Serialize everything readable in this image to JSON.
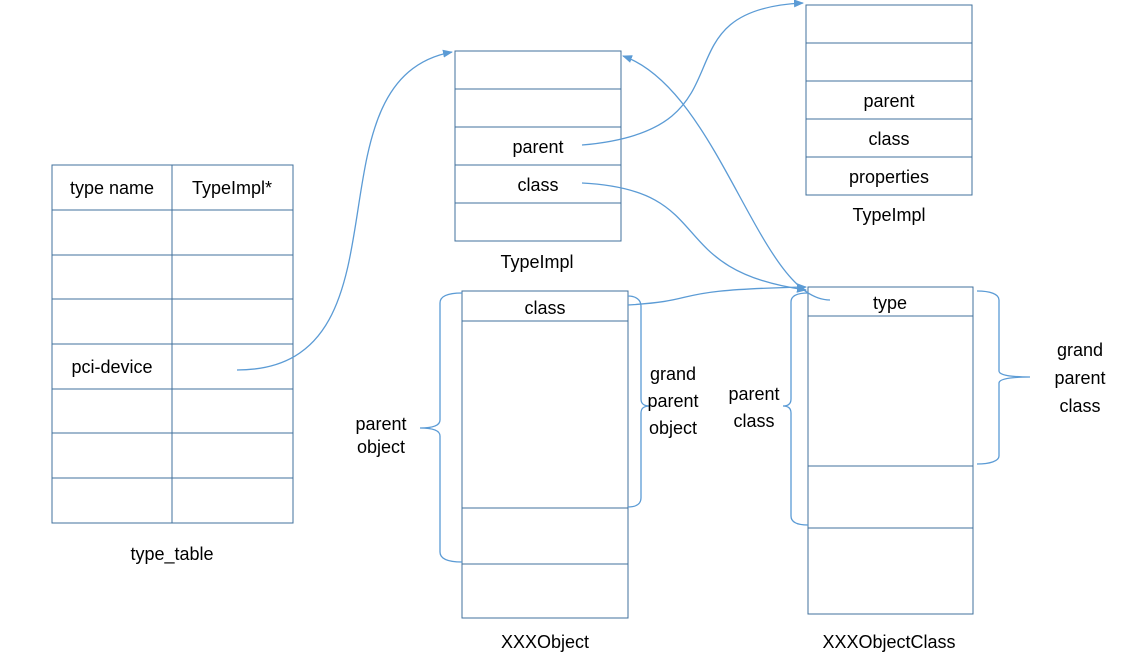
{
  "colors": {
    "box_stroke": "#41719c",
    "arrow": "#5b9bd5",
    "background": "#ffffff",
    "text": "#000000"
  },
  "type_table": {
    "caption": "type_table",
    "headers": [
      "type name",
      "TypeImpl*"
    ],
    "rows": [
      [
        "",
        ""
      ],
      [
        "",
        ""
      ],
      [
        "",
        ""
      ],
      [
        "pci-device",
        ""
      ],
      [
        "",
        ""
      ],
      [
        "",
        ""
      ],
      [
        "",
        ""
      ]
    ]
  },
  "typeimpl_center": {
    "caption": "TypeImpl",
    "fields": [
      "",
      "",
      "parent",
      "class",
      ""
    ]
  },
  "typeimpl_right": {
    "caption": "TypeImpl",
    "fields": [
      "",
      "",
      "parent",
      "class",
      "properties"
    ]
  },
  "xxx_object": {
    "caption": "XXXObject",
    "first_field": "class",
    "brace_left": [
      "parent",
      "object"
    ],
    "brace_right": [
      "grand",
      "parent",
      "object"
    ]
  },
  "xxx_object_class": {
    "caption": "XXXObjectClass",
    "first_field": "type",
    "brace_left": [
      "parent",
      "class"
    ],
    "brace_right": [
      "grand",
      "parent",
      "class"
    ]
  }
}
